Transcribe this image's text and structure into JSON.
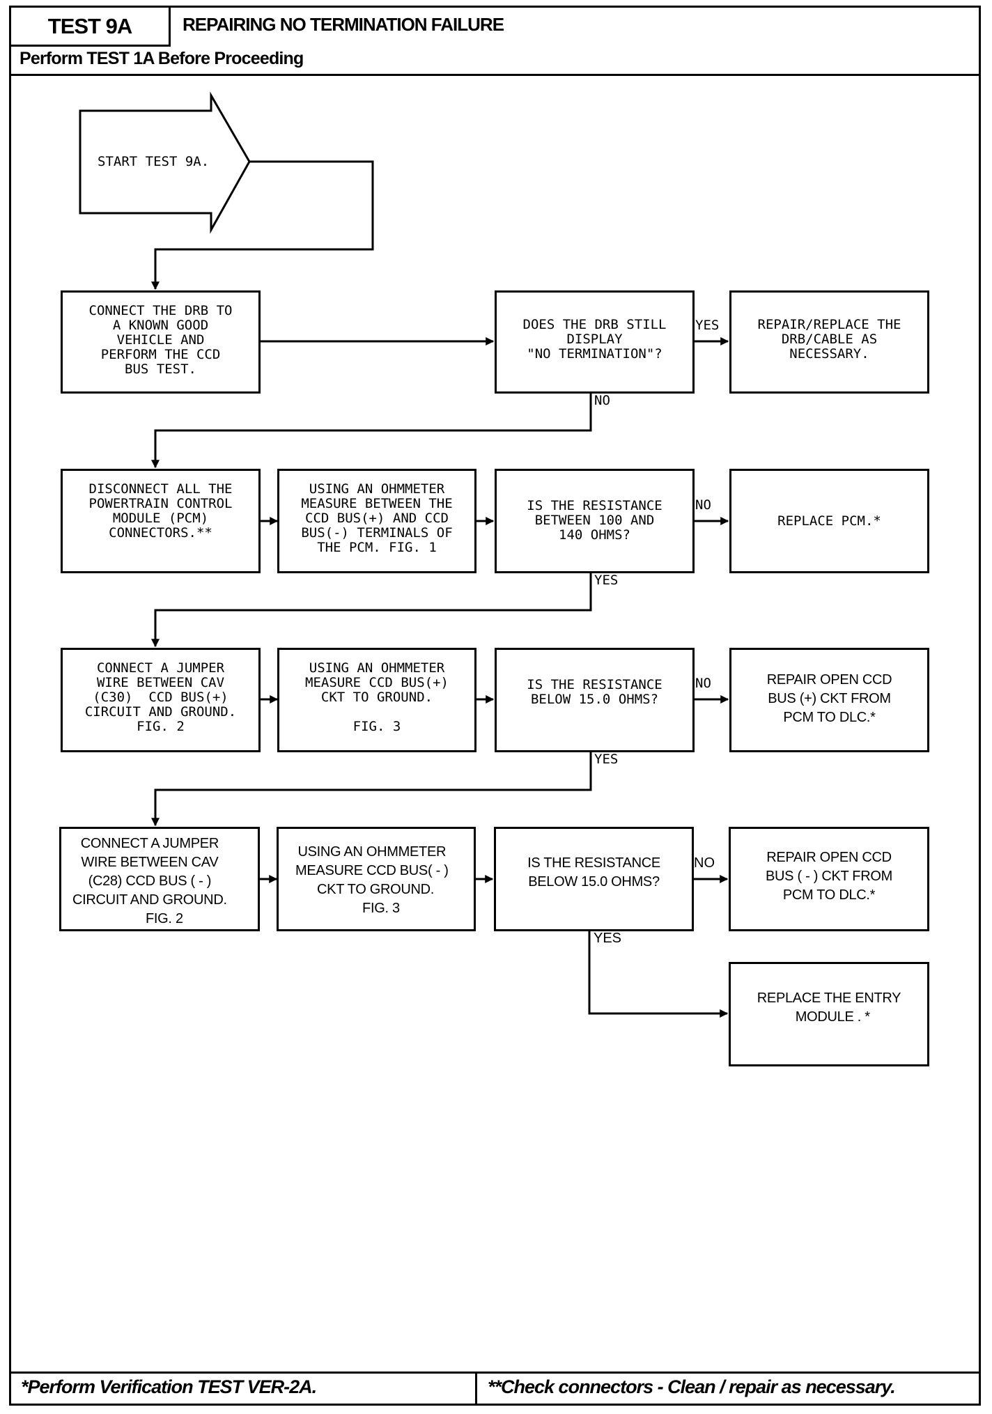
{
  "header": {
    "test_id": "TEST 9A",
    "title": "REPAIRING NO TERMINATION FAILURE",
    "prerequisite": "Perform TEST 1A Before Proceeding"
  },
  "flowchart": {
    "start": "START TEST 9A.",
    "steps": {
      "connect_drb": "CONNECT THE DRB TO\nA KNOWN GOOD\nVEHICLE AND\nPERFORM THE CCD\nBUS TEST.",
      "q_no_termination": "DOES THE DRB STILL\nDISPLAY\n\"NO TERMINATION\"?",
      "repair_drb": "REPAIR/REPLACE THE\nDRB/CABLE AS\nNECESSARY.",
      "disconnect_pcm": "DISCONNECT ALL THE\nPOWERTRAIN CONTROL\nMODULE (PCM)\nCONNECTORS.**",
      "measure_pcm": "USING AN OHMMETER\nMEASURE BETWEEN THE\nCCD BUS(+) AND CCD\nBUS(-) TERMINALS OF\nTHE PCM. FIG. 1",
      "q_resistance_100_140": "IS THE RESISTANCE\nBETWEEN 100 AND\n140 OHMS?",
      "replace_pcm": "REPLACE PCM.*",
      "jumper_c30": "CONNECT A JUMPER\nWIRE BETWEEN CAV\n(C30)  CCD BUS(+)\nCIRCUIT AND GROUND.\nFIG. 2",
      "measure_bus_plus": "USING AN OHMMETER\nMEASURE CCD BUS(+)\nCKT TO GROUND.\n\nFIG. 3",
      "q_below_15_plus": "IS THE RESISTANCE\nBELOW 15.0 OHMS?",
      "repair_bus_plus": "REPAIR OPEN CCD\nBUS (+) CKT FROM\nPCM TO DLC.*",
      "jumper_c28": "CONNECT A JUMPER\nWIRE BETWEEN CAV\n(C28) CCD BUS ( - )\nCIRCUIT AND GROUND.\n        FIG. 2",
      "measure_bus_minus": "USING AN OHMMETER\nMEASURE CCD BUS( - )\n  CKT TO GROUND.\n     FIG. 3",
      "q_below_15_minus": "IS THE RESISTANCE\nBELOW 15.0 OHMS?",
      "repair_bus_minus": "REPAIR OPEN CCD\nBUS ( - ) CKT FROM\nPCM TO DLC.*",
      "replace_entry": "REPLACE THE ENTRY\n  MODULE . *"
    },
    "labels": {
      "yes": "YES",
      "no": "NO"
    }
  },
  "footer": {
    "left": "*Perform Verification TEST VER-2A.",
    "right": "**Check connectors - Clean / repair as necessary."
  }
}
